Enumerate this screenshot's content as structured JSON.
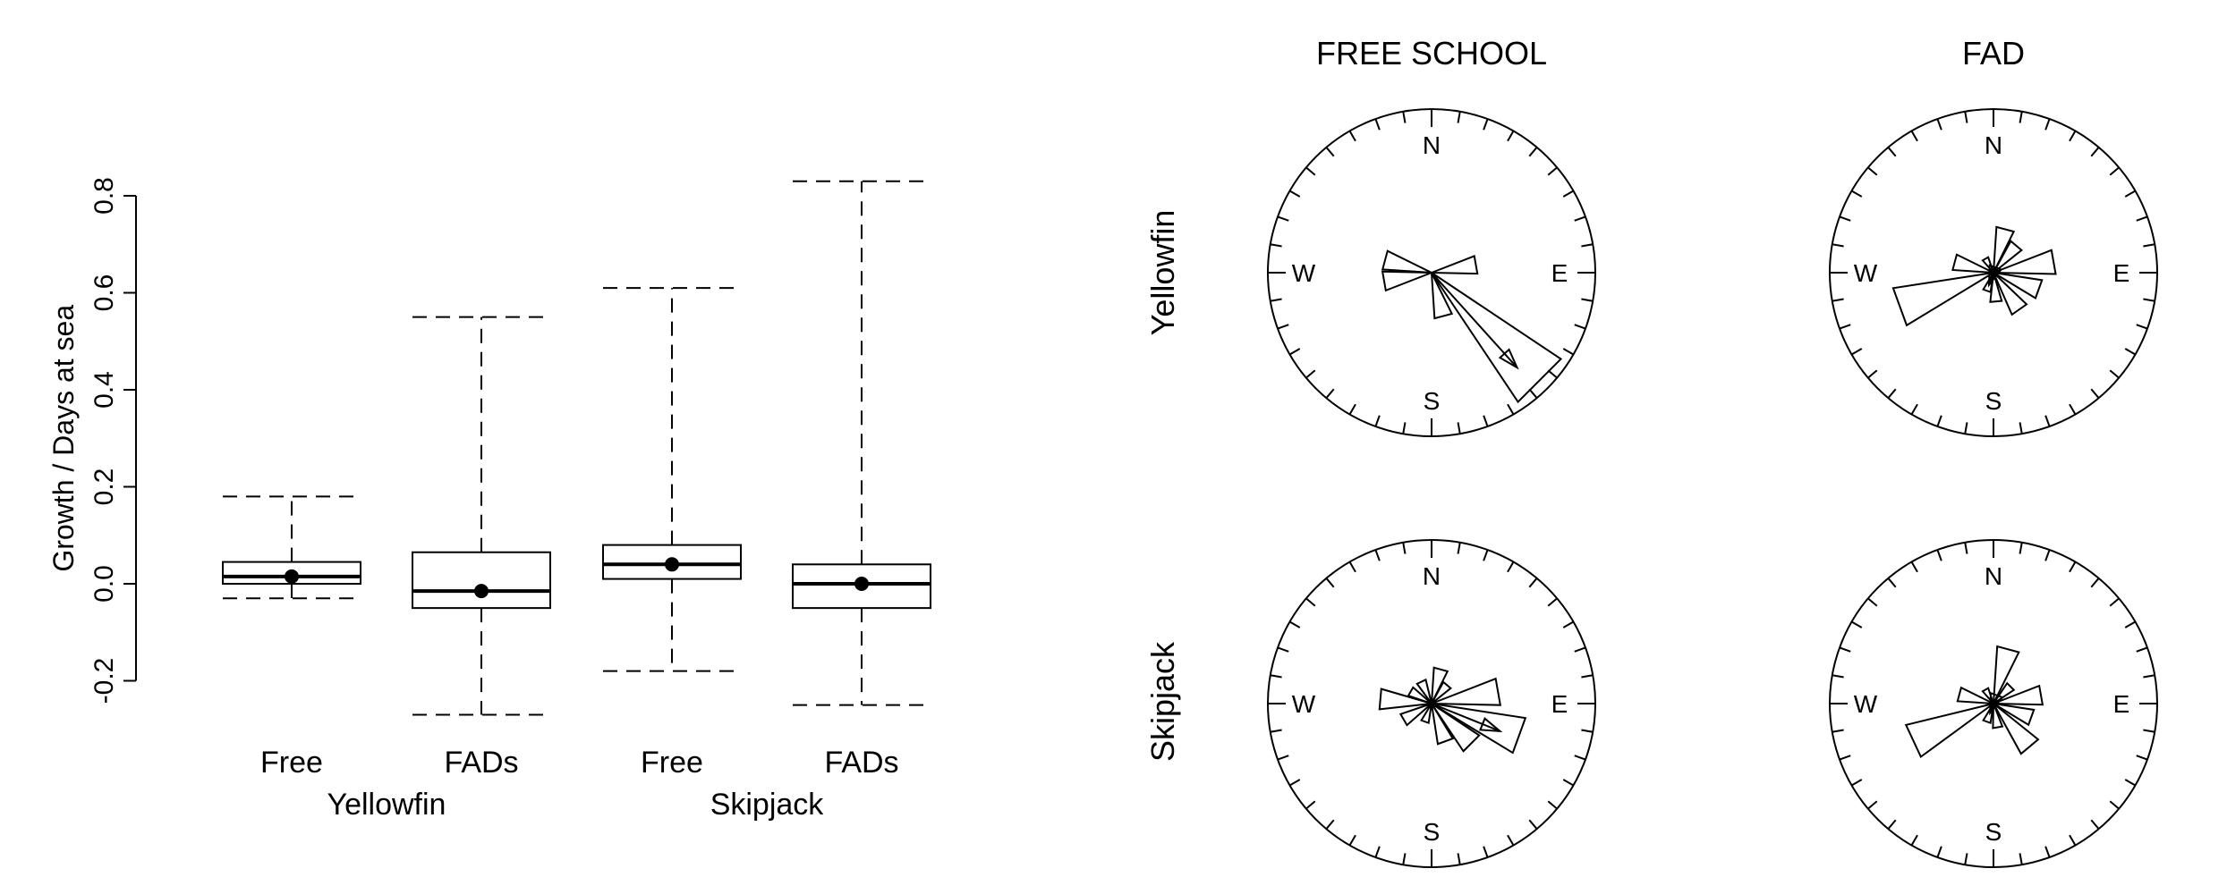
{
  "chart_data": [
    {
      "type": "box",
      "ylabel": "Growth / Days at sea",
      "ylim": [
        -0.25,
        0.85
      ],
      "yticks": [
        -0.2,
        0.0,
        0.2,
        0.4,
        0.6,
        0.8
      ],
      "ytick_labels": [
        "-0.2",
        "0.0",
        "0.2",
        "0.4",
        "0.6",
        "0.8"
      ],
      "categories": [
        "Free",
        "FADs",
        "Free",
        "FADs"
      ],
      "groups": [
        {
          "label": "Yellowfin",
          "categories": [
            0,
            1
          ]
        },
        {
          "label": "Skipjack",
          "categories": [
            2,
            3
          ]
        }
      ],
      "boxes": [
        {
          "min": -0.03,
          "q1": 0.0,
          "median": 0.015,
          "q3": 0.045,
          "max": 0.18,
          "mean": 0.015
        },
        {
          "min": -0.27,
          "q1": -0.05,
          "median": -0.015,
          "q3": 0.065,
          "max": 0.55,
          "mean": -0.015
        },
        {
          "min": -0.18,
          "q1": 0.01,
          "median": 0.04,
          "q3": 0.08,
          "max": 0.61,
          "mean": 0.04
        },
        {
          "min": -0.25,
          "q1": -0.05,
          "median": 0.0,
          "q3": 0.04,
          "max": 0.83,
          "mean": 0.0
        }
      ]
    },
    {
      "type": "rose",
      "columns": [
        "FREE SCHOOL",
        "FAD"
      ],
      "rows": [
        "Yellowfin",
        "Skipjack"
      ],
      "compass_letters": [
        "N",
        "E",
        "S",
        "W"
      ],
      "bin_width_deg": 22.5,
      "panels": [
        {
          "species": "Yellowfin",
          "school": "FREE SCHOOL",
          "petals": [
            {
              "dir": 10,
              "r": 0.0
            },
            {
              "dir": 80,
              "r": 0.28
            },
            {
              "dir": 135,
              "r": 0.95
            },
            {
              "dir": 165,
              "r": 0.28
            },
            {
              "dir": 285,
              "r": 0.3
            },
            {
              "dir": 260,
              "r": 0.3
            }
          ],
          "mean_arrow": {
            "dir": 138,
            "r": 0.78
          }
        },
        {
          "species": "Yellowfin",
          "school": "FAD",
          "petals": [
            {
              "dir": 15,
              "r": 0.28
            },
            {
              "dir": 40,
              "r": 0.22
            },
            {
              "dir": 80,
              "r": 0.38
            },
            {
              "dir": 110,
              "r": 0.3
            },
            {
              "dir": 145,
              "r": 0.28
            },
            {
              "dir": 175,
              "r": 0.18
            },
            {
              "dir": 200,
              "r": 0.12
            },
            {
              "dir": 250,
              "r": 0.62
            },
            {
              "dir": 285,
              "r": 0.25
            },
            {
              "dir": 330,
              "r": 0.1
            }
          ],
          "mean_arrow": {
            "dir": 200,
            "r": 0.08
          }
        },
        {
          "species": "Skipjack",
          "school": "FREE SCHOOL",
          "petals": [
            {
              "dir": 15,
              "r": 0.22
            },
            {
              "dir": 40,
              "r": 0.15
            },
            {
              "dir": 80,
              "r": 0.42
            },
            {
              "dir": 110,
              "r": 0.58
            },
            {
              "dir": 135,
              "r": 0.35
            },
            {
              "dir": 160,
              "r": 0.25
            },
            {
              "dir": 200,
              "r": 0.12
            },
            {
              "dir": 240,
              "r": 0.2
            },
            {
              "dir": 275,
              "r": 0.32
            },
            {
              "dir": 300,
              "r": 0.15
            },
            {
              "dir": 335,
              "r": 0.15
            }
          ],
          "mean_arrow": {
            "dir": 112,
            "r": 0.45
          }
        },
        {
          "species": "Skipjack",
          "school": "FAD",
          "petals": [
            {
              "dir": 15,
              "r": 0.35
            },
            {
              "dir": 45,
              "r": 0.15
            },
            {
              "dir": 80,
              "r": 0.3
            },
            {
              "dir": 110,
              "r": 0.25
            },
            {
              "dir": 140,
              "r": 0.35
            },
            {
              "dir": 170,
              "r": 0.15
            },
            {
              "dir": 200,
              "r": 0.12
            },
            {
              "dir": 245,
              "r": 0.55
            },
            {
              "dir": 285,
              "r": 0.22
            },
            {
              "dir": 330,
              "r": 0.1
            }
          ],
          "mean_arrow": {
            "dir": 200,
            "r": 0.06
          }
        }
      ]
    }
  ]
}
